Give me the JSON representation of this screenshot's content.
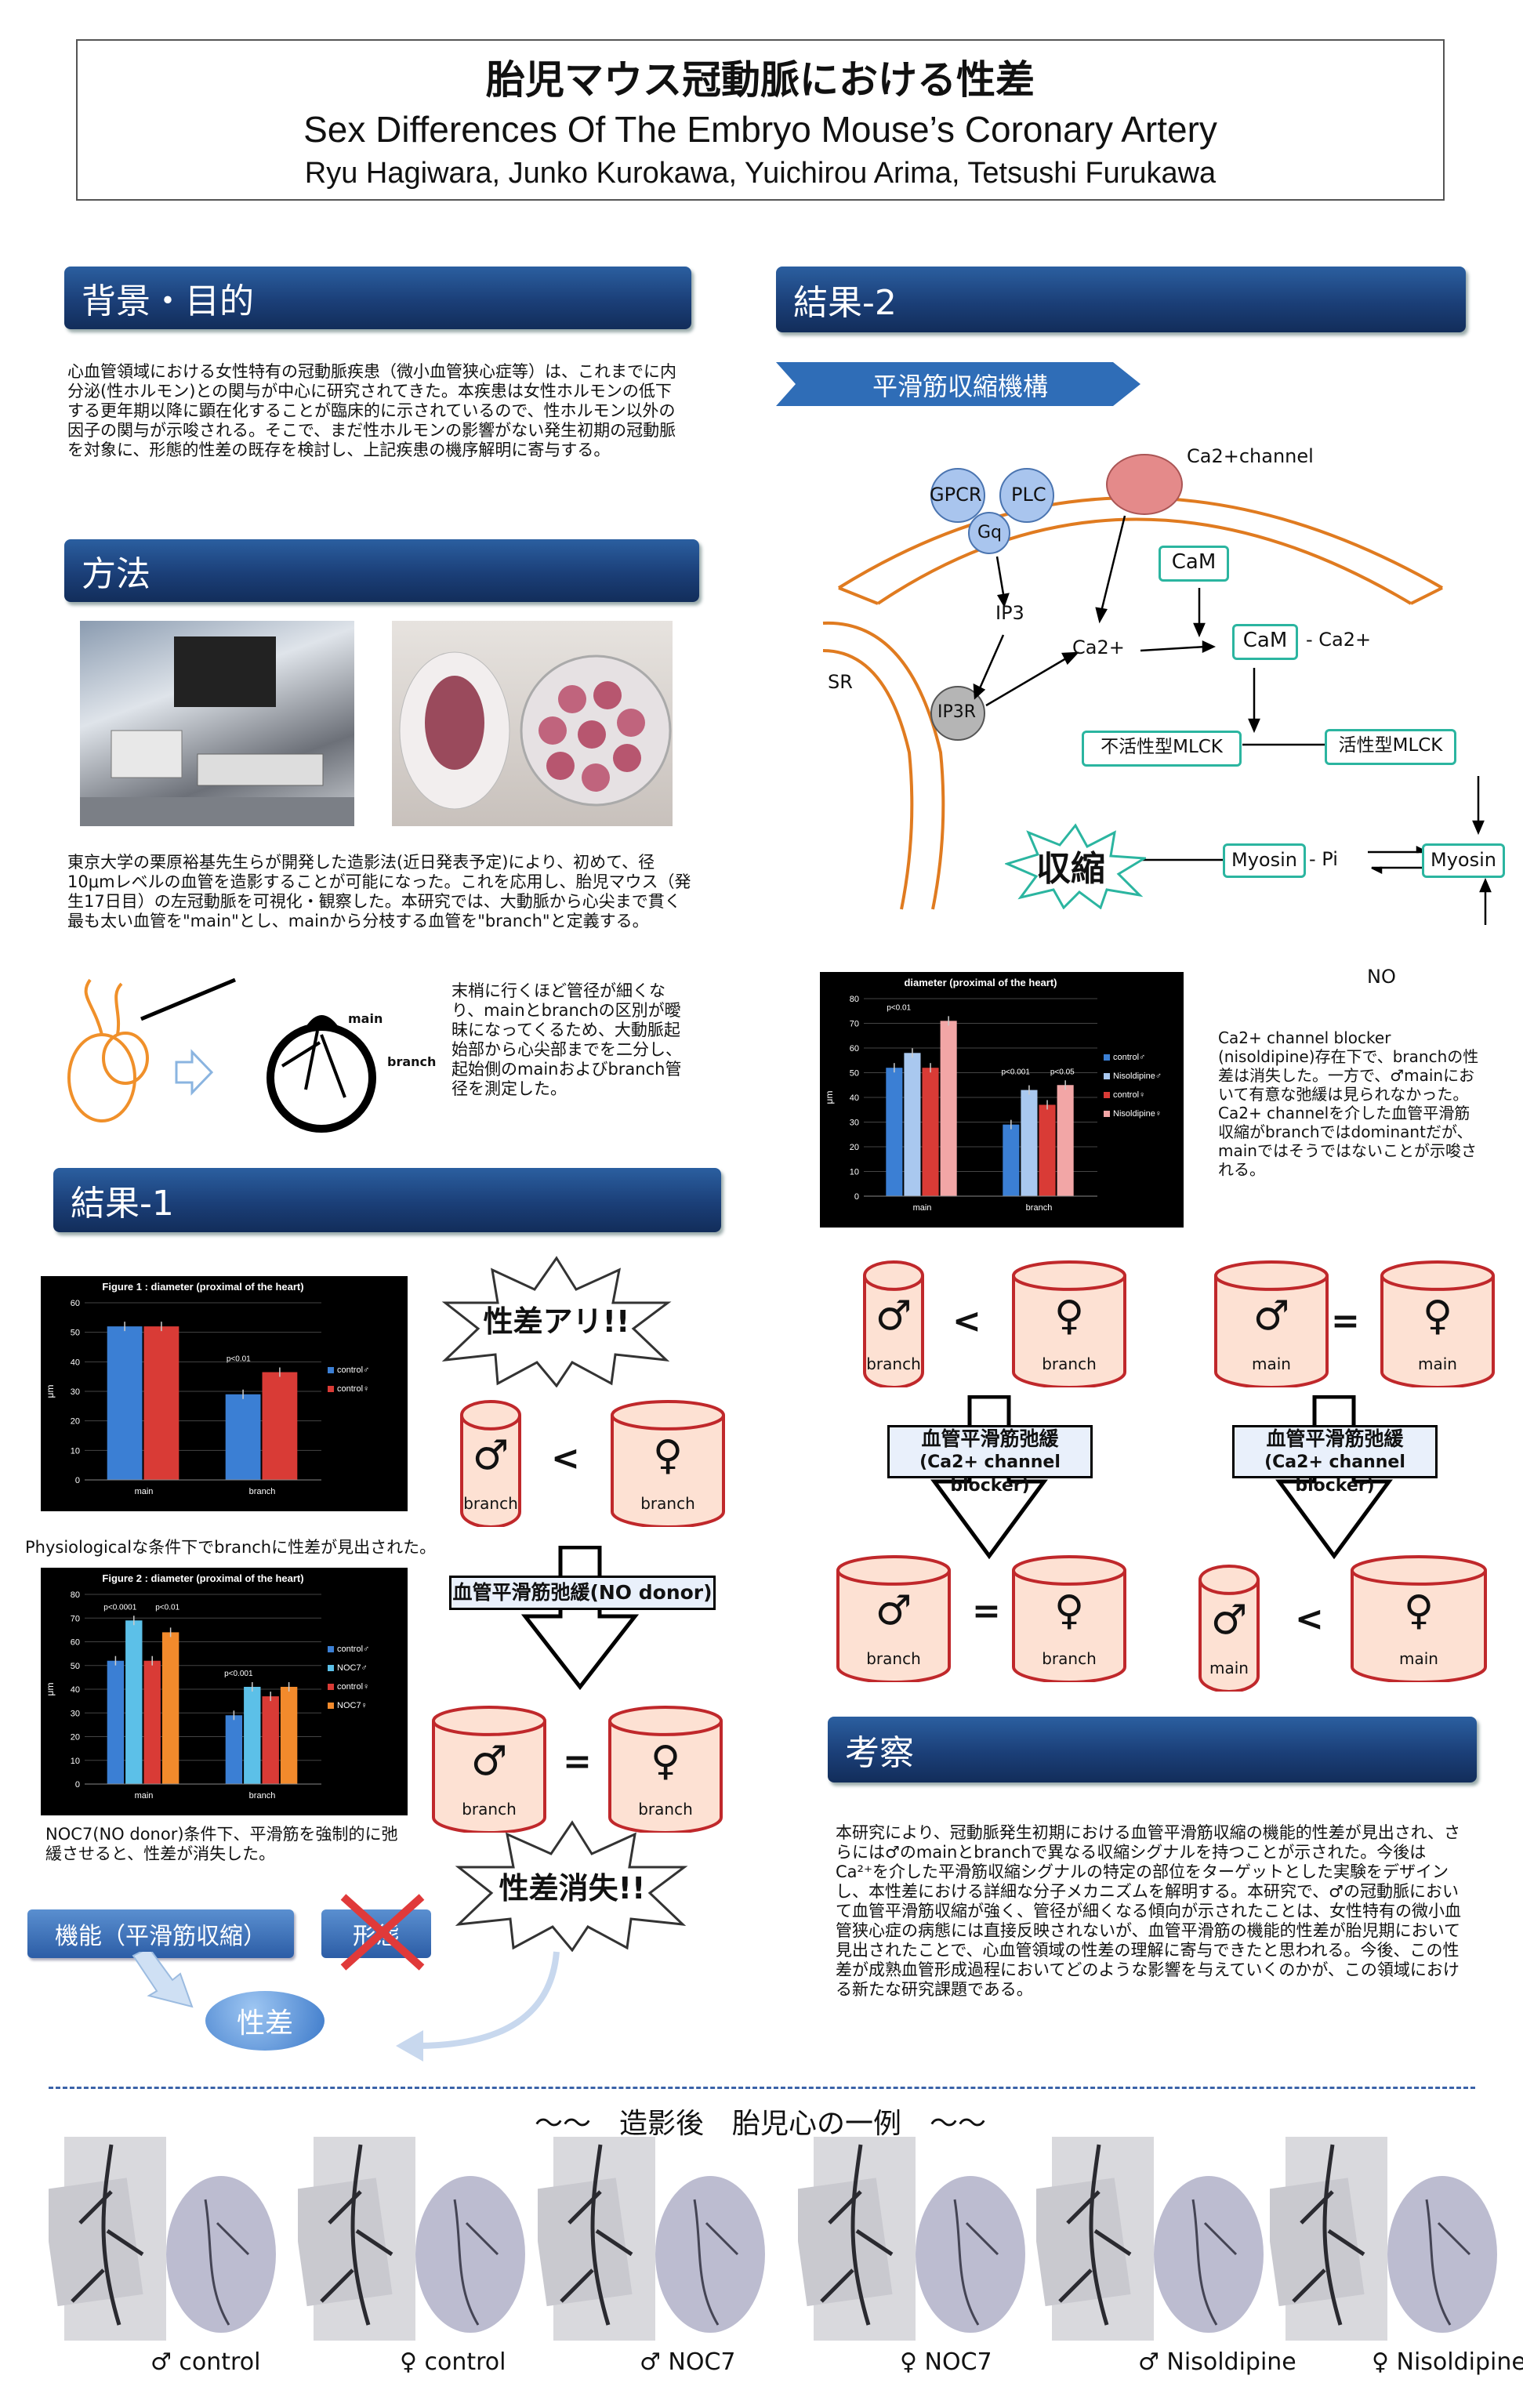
{
  "title": {
    "jp": "胎児マウス冠動脈における性差",
    "en": "Sex Differences Of The Embryo Mouse’s Coronary Artery",
    "authors": "Ryu Hagiwara, Junko Kurokawa, Yuichirou Arima, Tetsushi Furukawa"
  },
  "background": {
    "header": "背景・目的",
    "text": "心血管領域における女性特有の冠動脈疾患（微小血管狭心症等）は、これまでに内分泌(性ホルモン)との関与が中心に研究されてきた。本疾患は女性ホルモンの低下する更年期以降に顕在化することが臨床的に示されているので、性ホルモン以外の因子の関与が示唆される。そこで、まだ性ホルモンの影響がない発生初期の冠動脈を対象に、形態的性差の既存を検討し、上記疾患の機序解明に寄与する。"
  },
  "method": {
    "header": "方法",
    "text1": "東京大学の栗原裕基先生らが開発した造影法(近日発表予定)により、初めて、径10μmレベルの血管を造影することが可能になった。これを応用し、胎児マウス（発生17日目）の左冠動脈を可視化・観察した。本研究では、大動脈から心尖まで貫く最も太い血管を\"main\"とし、mainから分枝する血管を\"branch\"と定義する。",
    "text2": "末梢に行くほど管径が細くなり、mainとbranchの区別が曖昧になってくるため、大動脈起始部から心尖部までを二分し、起始側のmainおよびbranch管径を測定した。",
    "label_main": "main",
    "label_branch": "branch"
  },
  "result1": {
    "header": "結果-1",
    "caption1": "Physiologicalな条件下でbranchに性差が見出された。",
    "caption2": "NOC7(NO donor)条件下、平滑筋を強制的に弛緩させると、性差が消失した。",
    "burst1": "性差アリ!!",
    "burst2": "性差消失!!",
    "relax_label": "血管平滑筋弛緩(NO donor)",
    "func_label": "機能（平滑筋収縮）",
    "morph_label": "形態",
    "sex_label": "性差"
  },
  "result2": {
    "header": "結果-2",
    "arrow_label": "平滑筋収縮機構",
    "ca_channel": "Ca2+channel",
    "gpcr": "GPCR",
    "plc": "PLC",
    "gq": "Gq",
    "ip3": "IP3",
    "ip3r": "IP3R",
    "sr": "SR",
    "ca": "Ca2+",
    "cam": "CaM",
    "cam_ca": "CaM - Ca2+",
    "mlck_inactive": "不活性型MLCK",
    "mlck_active": "活性型MLCK",
    "contraction": "収縮",
    "myosin_pi": "Myosin - Pi",
    "myosin": "Myosin",
    "no": "NO",
    "note": "Ca2+ channel blocker (nisoldipine)存在下で、branchの性差は消失した。一方で、♂mainにおいて有意な弛緩は見られなかった。Ca2+ channelを介した血管平滑筋収縮がbranchではdominantだが、mainではそうではないことが示唆される。",
    "relax_label": "血管平滑筋弛緩",
    "relax_sub": "(Ca2+ channel blocker)"
  },
  "cylinders": {
    "male": "♂",
    "female": "♀",
    "branch": "branch",
    "main": "main",
    "lt": "<",
    "eq": "="
  },
  "discussion": {
    "header": "考察",
    "text": "本研究により、冠動脈発生初期における血管平滑筋収縮の機能的性差が見出され、さらには♂のmainとbranchで異なる収縮シグナルを持つことが示された。今後はCa²⁺を介した平滑筋収縮シグナルの特定の部位をターゲットとした実験をデザインし、本性差における詳細な分子メカニズムを解明する。本研究で、♂の冠動脈において血管平滑筋収縮が強く、管径が細くなる傾向が示されたことは、女性特有の微小血管狭心症の病態には直接反映されないが、血管平滑筋の機能的性差が胎児期において見出されたことで、心血管領域の性差の理解に寄与できたと思われる。今後、この性差が成熟血管形成過程においてどのような影響を与えていくのかが、この領域における新たな研究課題である。"
  },
  "gallery": {
    "title": "～～　造影後　胎児心の一例　～～",
    "labels": [
      "♂ control",
      "♀ control",
      "♂ NOC7",
      "♀ NOC7",
      "♂ Nisoldipine",
      "♀ Nisoldipine"
    ]
  },
  "chart_data": [
    {
      "type": "bar",
      "title": "Figure 1 : diameter (proximal of the heart)",
      "categories": [
        "main",
        "branch"
      ],
      "ylabel": "μm",
      "ylim": [
        0,
        60
      ],
      "yticks": [
        0,
        10,
        20,
        30,
        40,
        50,
        60
      ],
      "series": [
        {
          "name": "control♂",
          "values": [
            52,
            29
          ],
          "color": "#3b7fd4"
        },
        {
          "name": "control♀",
          "values": [
            52,
            36.5
          ],
          "color": "#d93b36"
        }
      ],
      "annotations": [
        {
          "text": "p<0.01",
          "category": "branch"
        }
      ]
    },
    {
      "type": "bar",
      "title": "Figure 2 : diameter (proximal of the heart)",
      "categories": [
        "main",
        "branch"
      ],
      "ylabel": "μm",
      "ylim": [
        0,
        80
      ],
      "yticks": [
        0,
        10,
        20,
        30,
        40,
        50,
        60,
        70,
        80
      ],
      "series": [
        {
          "name": "control♂",
          "values": [
            52,
            29
          ],
          "color": "#3b7fd4"
        },
        {
          "name": "NOC7♂",
          "values": [
            69,
            41
          ],
          "color": "#5cc0e8"
        },
        {
          "name": "control♀",
          "values": [
            52,
            37
          ],
          "color": "#d93b36"
        },
        {
          "name": "NOC7♀",
          "values": [
            64,
            41
          ],
          "color": "#f28a2c"
        }
      ],
      "annotations": [
        {
          "text": "p<0.0001",
          "category": "main"
        },
        {
          "text": "p<0.01",
          "category": "main"
        },
        {
          "text": "p<0.001",
          "category": "branch"
        }
      ]
    },
    {
      "type": "bar",
      "title": "diameter (proximal of the heart)",
      "categories": [
        "main",
        "branch"
      ],
      "ylabel": "μm",
      "ylim": [
        0,
        80
      ],
      "yticks": [
        0,
        10,
        20,
        30,
        40,
        50,
        60,
        70,
        80
      ],
      "series": [
        {
          "name": "control♂",
          "values": [
            52,
            29
          ],
          "color": "#3b7fd4"
        },
        {
          "name": "Nisoldipine♂",
          "values": [
            58,
            43
          ],
          "color": "#a9c8ef"
        },
        {
          "name": "control♀",
          "values": [
            52,
            37
          ],
          "color": "#d93b36"
        },
        {
          "name": "Nisoldipine♀",
          "values": [
            71,
            45
          ],
          "color": "#f2a6a6"
        }
      ],
      "annotations": [
        {
          "text": "p<0.01",
          "category": "main"
        },
        {
          "text": "p<0.001",
          "category": "branch"
        },
        {
          "text": "p<0.05",
          "category": "branch"
        }
      ]
    }
  ],
  "colors": {
    "header_blue": "#1b3f78",
    "cylinder_fill": "#fde1d3",
    "cylinder_stroke": "#c0282b",
    "teal_box": "#2bb5a0",
    "membrane": "#e07b20"
  }
}
